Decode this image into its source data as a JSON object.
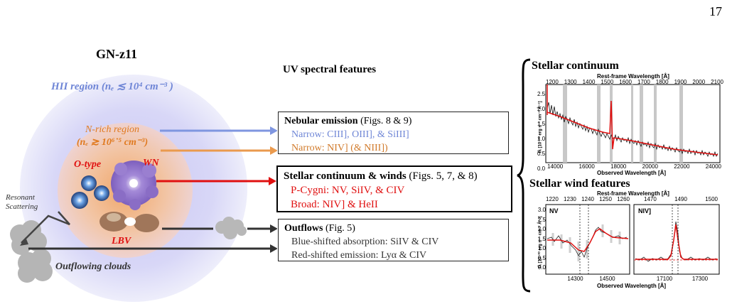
{
  "page_number": "17",
  "left": {
    "title": "GN-z11",
    "hii_region_label": "HII region (nₑ ≲ 10⁴ cm⁻³ )",
    "nrich_label_line1": "N-rich region",
    "nrich_label_line2": "(nₑ ≳ 10⁶˙⁵ cm⁻³)",
    "otype_label": "O-type",
    "wn_label": "WN",
    "lbv_label": "LBV",
    "resonant_line1": "Resonant",
    "resonant_line2": "Scattering",
    "clouds_label": "Outflowing clouds"
  },
  "middle": {
    "title": "UV spectral features",
    "nebular": {
      "heading": "Nebular emission",
      "figs": " (Figs. 8 & 9)",
      "line1": "Narrow: CIII], OIII], & SiIII]",
      "line2": "Narrow: NIV] (& NIII])"
    },
    "stellar": {
      "heading": "Stellar continuum & winds",
      "figs": " (Figs. 5, 7, & 8)",
      "line1": "P-Cygni: NV, SiIV, & CIV",
      "line2": "Broad: NIV] & HeII"
    },
    "outflows": {
      "heading": "Outflows",
      "figs": " (Fig. 5)",
      "line1": "Blue-shifted absorption: SiIV & CIV",
      "line2": "Red-shifted emission: Lyα & CIV"
    }
  },
  "right": {
    "continuum_title": "Stellar continuum",
    "wind_title": "Stellar wind features",
    "cont_top_axis_label": "Rest-frame Wavelength [Å]",
    "cont_top_ticks": [
      "1200",
      "1300",
      "1400",
      "1500",
      "1600",
      "1700",
      "1800",
      "1900",
      "2000",
      "2100"
    ],
    "cont_bottom_axis_label": "Observed Wavelength [Å]",
    "cont_bottom_ticks": [
      "14000",
      "16000",
      "18000",
      "20000",
      "22000",
      "24000"
    ],
    "cont_ylabel": "fλ [10⁻²⁰ erg s⁻¹ cm⁻² Å⁻¹]",
    "cont_yticks": [
      "2.5",
      "2.0",
      "1.5",
      "1.0",
      "0.5",
      "0.0"
    ],
    "wind_top_axis_label": "Rest-frame Wavelength [Å]",
    "wind_left_top_ticks": [
      "1220",
      "1230",
      "1240",
      "1250",
      "1260"
    ],
    "wind_right_top_ticks": [
      "1470",
      "1490",
      "1500"
    ],
    "wind_bottom_axis_label": "Observed Wavelength [Å]",
    "wind_left_bottom_ticks": [
      "14300",
      "14500"
    ],
    "wind_right_bottom_ticks": [
      "17100",
      "17300"
    ],
    "wind_yticks": [
      "3.0",
      "2.5",
      "2.0",
      "1.5",
      "1.0",
      "0.5",
      "0.0"
    ],
    "wind_ylabel": "fλ [10⁻²⁰ erg s⁻¹ cm⁻² Å⁻¹]",
    "nv_label": "NV",
    "niv_label": "NIV]"
  },
  "colors": {
    "blue": "#6f86d6",
    "orange": "#e07a1f",
    "red": "#e01010",
    "gray": "#333333"
  }
}
